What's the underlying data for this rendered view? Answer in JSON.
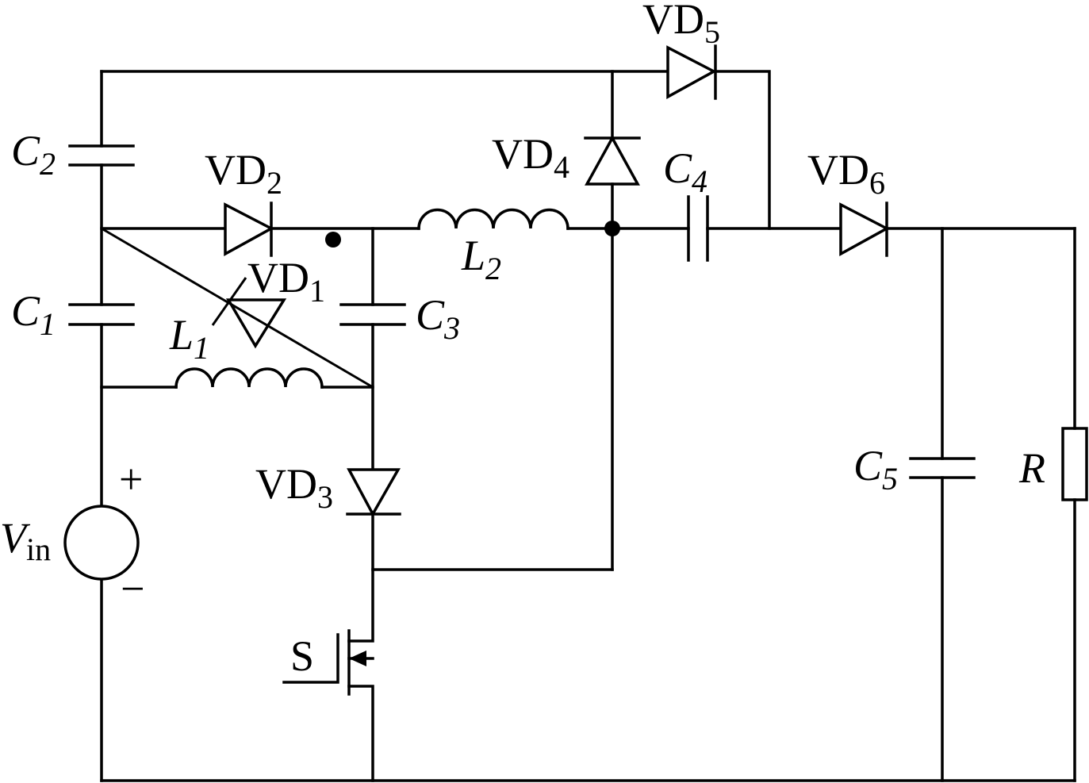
{
  "labels": {
    "vd5": {
      "base": "VD",
      "sub": "5"
    },
    "vd4": {
      "base": "VD",
      "sub": "4"
    },
    "vd2": {
      "base": "VD",
      "sub": "2"
    },
    "vd1": {
      "base": "VD",
      "sub": "1"
    },
    "vd3": {
      "base": "VD",
      "sub": "3"
    },
    "vd6": {
      "base": "VD",
      "sub": "6"
    },
    "c1": {
      "base": "C",
      "sub": "1"
    },
    "c2": {
      "base": "C",
      "sub": "2"
    },
    "c3": {
      "base": "C",
      "sub": "3"
    },
    "c4": {
      "base": "C",
      "sub": "4"
    },
    "c5": {
      "base": "C",
      "sub": "5"
    },
    "l1": {
      "base": "L",
      "sub": "1"
    },
    "l2": {
      "base": "L",
      "sub": "2"
    },
    "r": {
      "base": "R"
    },
    "vin": {
      "base": "V",
      "sub": "in"
    },
    "s": {
      "base": "S"
    },
    "plus": "+",
    "minus": "−"
  }
}
